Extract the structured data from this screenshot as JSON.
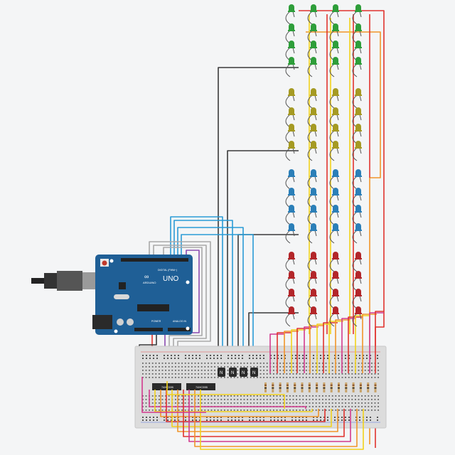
{
  "arduino": {
    "model_label": "UNO",
    "brand_label": "ARDUINO",
    "digital_header_label": "DIGITAL (PWM~)",
    "power_header_label": "POWER",
    "analog_header_label": "ANALOG IN",
    "board_color": "#1f5f96"
  },
  "chips": [
    {
      "label": "74HC595"
    },
    {
      "label": "74HC595"
    }
  ],
  "transistors": [
    {
      "label": "N"
    },
    {
      "label": "N"
    },
    {
      "label": "N"
    },
    {
      "label": "N"
    }
  ],
  "led_matrix": {
    "columns": 4,
    "layers": [
      {
        "color": "#2e9e3a",
        "rows": 4
      },
      {
        "color": "#a59a23",
        "rows": 4
      },
      {
        "color": "#2b7fb8",
        "rows": 4
      },
      {
        "color": "#b3262a",
        "rows": 4
      }
    ]
  },
  "wire_colors": {
    "red": "#e0332e",
    "yellow": "#f2d21c",
    "orange": "#f0952a",
    "magenta": "#d23a8e",
    "blue": "#2a9bd6",
    "black": "#3a3a3a",
    "gray": "#a9a9a9",
    "purple": "#8a4bb0"
  }
}
